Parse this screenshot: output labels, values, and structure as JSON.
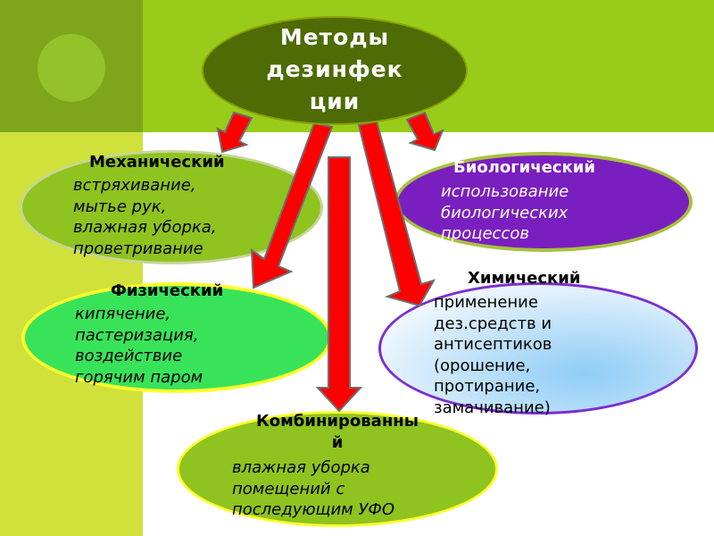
{
  "main_title": {
    "lines": [
      "Методы",
      "дезинфек",
      "ции"
    ]
  },
  "methods": {
    "mechanical": {
      "title": "Механический",
      "lines": [
        "встряхивание,",
        "мытье рук,",
        "влажная уборка,",
        "проветривание"
      ]
    },
    "biological": {
      "title": "Биологический",
      "lines": [
        "использование",
        "биологических",
        "процессов"
      ]
    },
    "physical": {
      "title": "Физический",
      "lines": [
        "кипячение,",
        "пастеризация,",
        "воздействие",
        "горячим паром"
      ]
    },
    "chemical": {
      "title": "Химический",
      "lines": [
        "применение",
        "дез.средств и",
        "антисептиков",
        "(орошение,",
        "протирание,",
        "замачивание)"
      ]
    },
    "combined": {
      "title_lines": [
        "Комбинированны",
        "й"
      ],
      "lines": [
        "влажная уборка",
        "помещений с",
        "последующим УФО"
      ]
    }
  },
  "colors": {
    "main_oval": "#4e6b05",
    "mechanical_oval": "#8fc31f",
    "biological_oval": "#7a1fbf",
    "physical_oval": "#38e35a",
    "chemical_oval": "#b7dcf8",
    "combined_oval": "#8fc31f",
    "arrow": "#ff0000"
  }
}
